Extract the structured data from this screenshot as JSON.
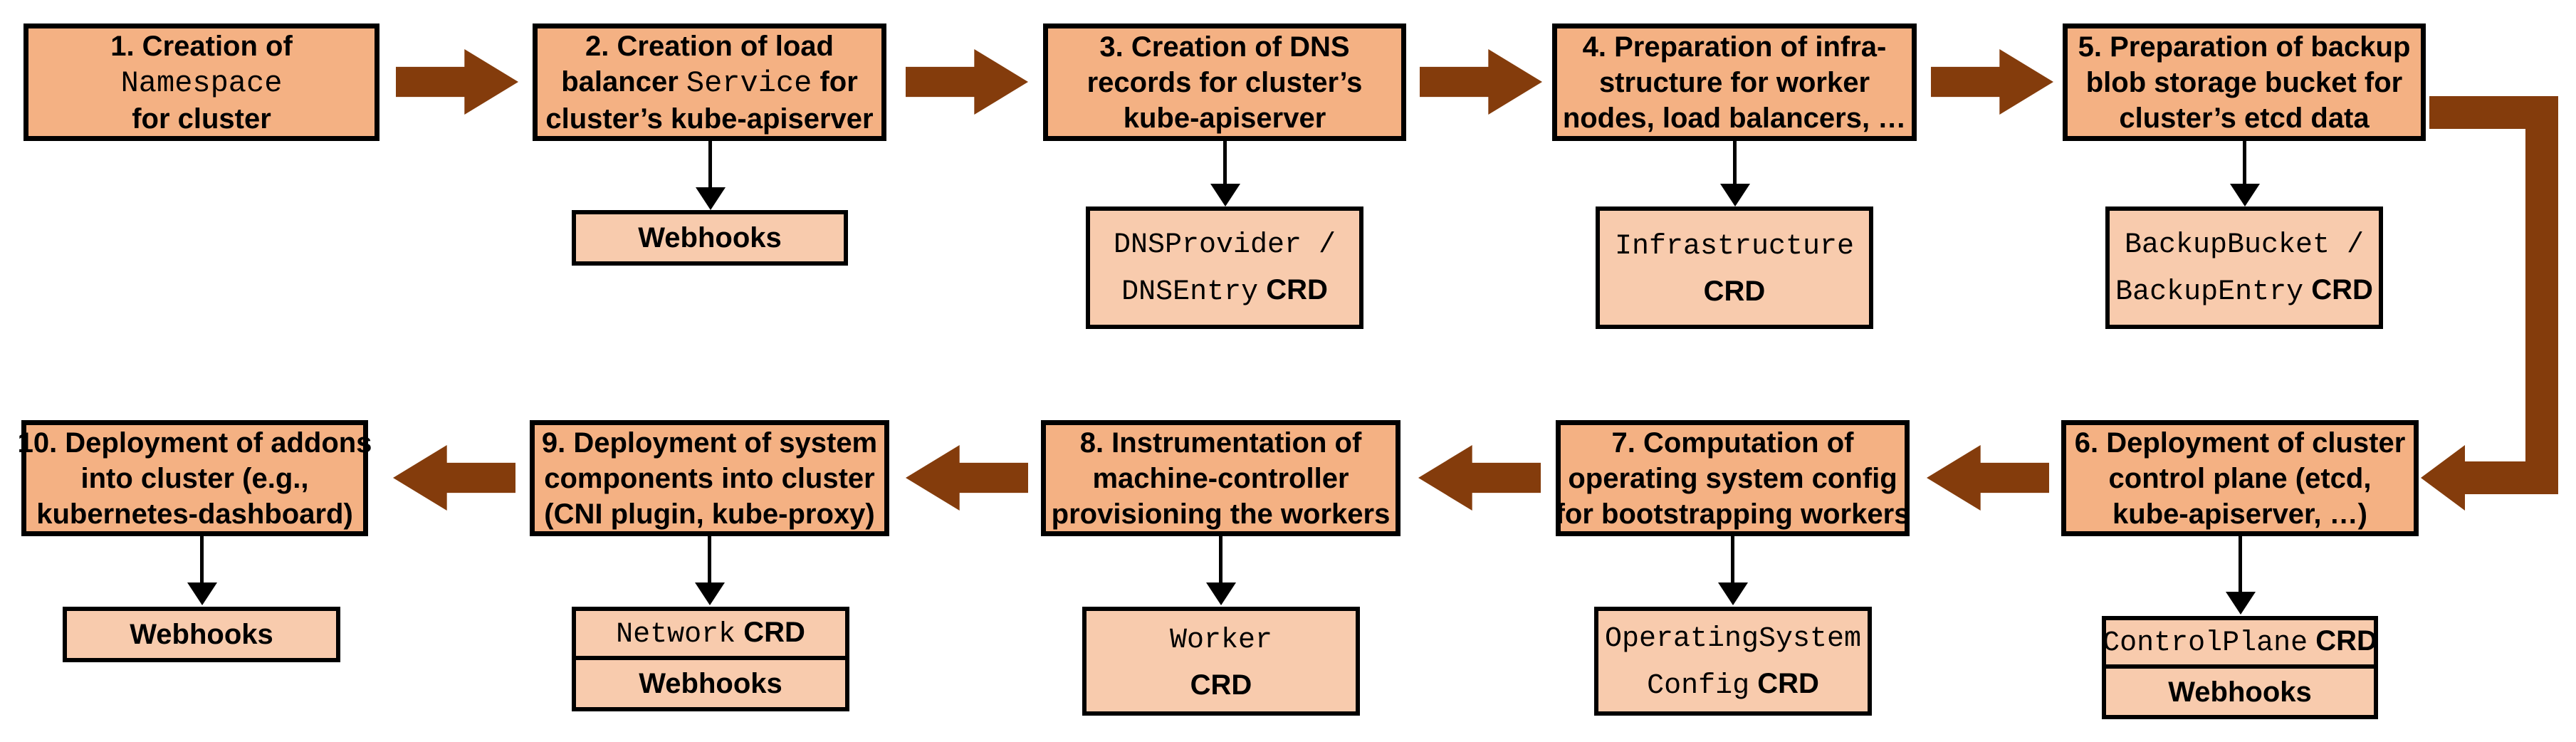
{
  "colors": {
    "step_box_fill": "#F4B183",
    "sub_box_fill": "#F8CBAD",
    "flow_arrow": "#843C0C",
    "border": "#000000"
  },
  "steps": [
    {
      "lines": [
        {
          "pre": "1. Creation of"
        },
        {
          "mono": "Namespace"
        },
        {
          "pre": "for cluster"
        }
      ]
    },
    {
      "lines": [
        {
          "pre": "2. Creation of load"
        },
        {
          "pre": "balancer ",
          "mono": "Service",
          "post": " for"
        },
        {
          "pre": "cluster’s kube-apiserver"
        }
      ],
      "sub": {
        "webhooks": "Webhooks"
      }
    },
    {
      "lines": [
        {
          "pre": "3. Creation of DNS"
        },
        {
          "pre": "records for cluster’s"
        },
        {
          "pre": "kube-apiserver"
        }
      ],
      "sub": {
        "l1_mono": "DNSProvider /",
        "l2_mono": "DNSEntry",
        "l2_bold": " CRD"
      }
    },
    {
      "lines": [
        {
          "pre": "4. Preparation of infra-"
        },
        {
          "pre": "structure for worker"
        },
        {
          "pre": "nodes, load balancers, …"
        }
      ],
      "sub": {
        "l1_mono": "Infrastructure",
        "l2_bold": "CRD"
      }
    },
    {
      "lines": [
        {
          "pre": "5. Preparation of backup"
        },
        {
          "pre": "blob storage bucket for"
        },
        {
          "pre": "cluster’s etcd data"
        }
      ],
      "sub": {
        "l1_mono": "BackupBucket /",
        "l2_mono": "BackupEntry",
        "l2_bold": " CRD"
      }
    },
    {
      "lines": [
        {
          "pre": "6. Deployment of cluster"
        },
        {
          "pre": "control plane (etcd,"
        },
        {
          "pre": "kube-apiserver, …)"
        }
      ],
      "sub": {
        "crd_mono": "ControlPlane",
        "crd_bold": " CRD",
        "webhooks": "Webhooks"
      }
    },
    {
      "lines": [
        {
          "pre": "7. Computation of"
        },
        {
          "pre": "operating system config"
        },
        {
          "pre": "for bootstrapping workers"
        }
      ],
      "sub": {
        "l1_mono": "OperatingSystem",
        "l2_mono": "Config",
        "l2_bold": " CRD"
      }
    },
    {
      "lines": [
        {
          "pre": "8. Instrumentation of"
        },
        {
          "pre": "machine-controller"
        },
        {
          "pre": "provisioning the workers"
        }
      ],
      "sub": {
        "l1_mono": "Worker",
        "l2_bold": "CRD"
      }
    },
    {
      "lines": [
        {
          "pre": "9. Deployment of system"
        },
        {
          "pre": "components into cluster"
        },
        {
          "pre": "(CNI plugin, kube-proxy)"
        }
      ],
      "sub": {
        "crd_mono": "Network",
        "crd_bold": " CRD",
        "webhooks": "Webhooks"
      }
    },
    {
      "lines": [
        {
          "pre": "10. Deployment of addons"
        },
        {
          "pre": "into cluster (e.g.,"
        },
        {
          "pre": "kubernetes-dashboard)"
        }
      ],
      "sub": {
        "webhooks": "Webhooks"
      }
    }
  ]
}
